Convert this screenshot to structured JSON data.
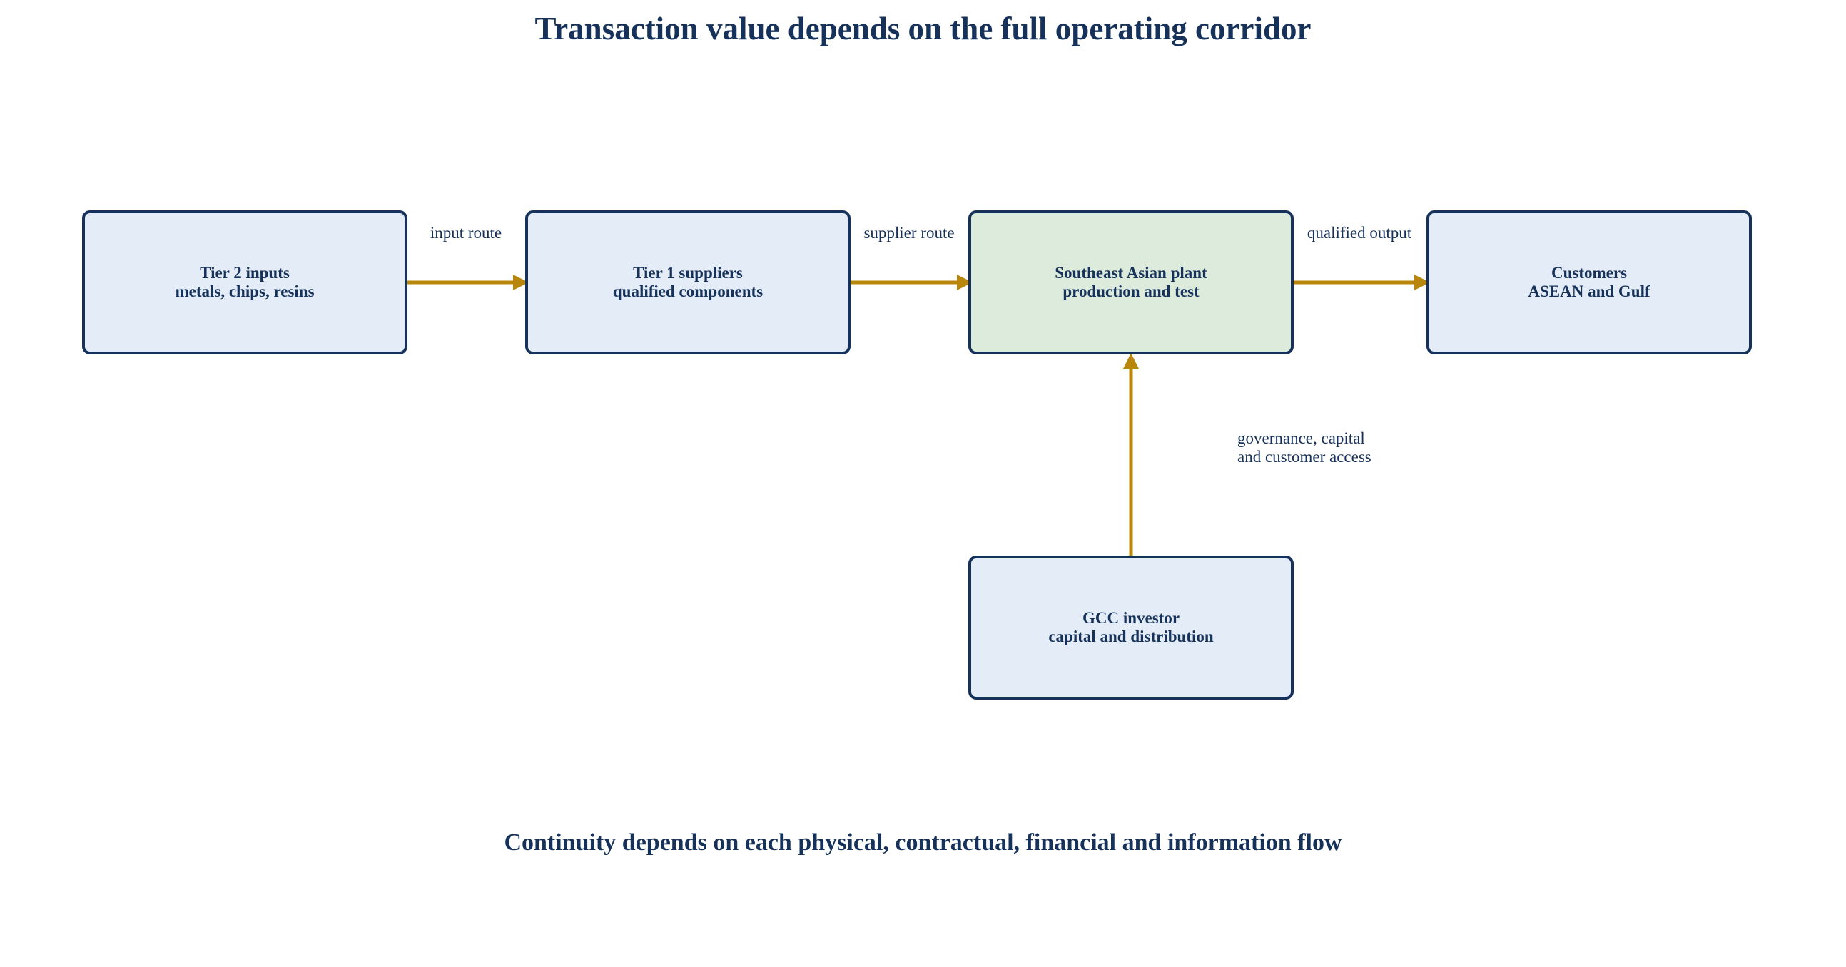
{
  "title": "Transaction value depends on the full operating corridor",
  "footer": "Continuity depends on each physical, contractual, financial and information flow",
  "colors": {
    "text": "#17325a",
    "border": "#17325a",
    "node_fill": "#e4edf7",
    "highlight_fill": "#dcebdc",
    "arrow": "#b8860b"
  },
  "nodes": [
    {
      "id": "tier2",
      "line1": "Tier 2 inputs",
      "line2": "metals, chips, resins",
      "highlight": false
    },
    {
      "id": "tier1",
      "line1": "Tier 1 suppliers",
      "line2": "qualified components",
      "highlight": false
    },
    {
      "id": "plant",
      "line1": "Southeast Asian plant",
      "line2": "production and test",
      "highlight": true
    },
    {
      "id": "customers",
      "line1": "Customers",
      "line2": "ASEAN and Gulf",
      "highlight": false
    },
    {
      "id": "investor",
      "line1": "GCC investor",
      "line2": "capital and distribution",
      "highlight": false
    }
  ],
  "edges": [
    {
      "from": "tier2",
      "to": "tier1",
      "label": "input route"
    },
    {
      "from": "tier1",
      "to": "plant",
      "label": "supplier route"
    },
    {
      "from": "plant",
      "to": "customers",
      "label": "qualified output"
    },
    {
      "from": "investor",
      "to": "plant",
      "label_line1": "governance, capital",
      "label_line2": "and customer access"
    }
  ]
}
